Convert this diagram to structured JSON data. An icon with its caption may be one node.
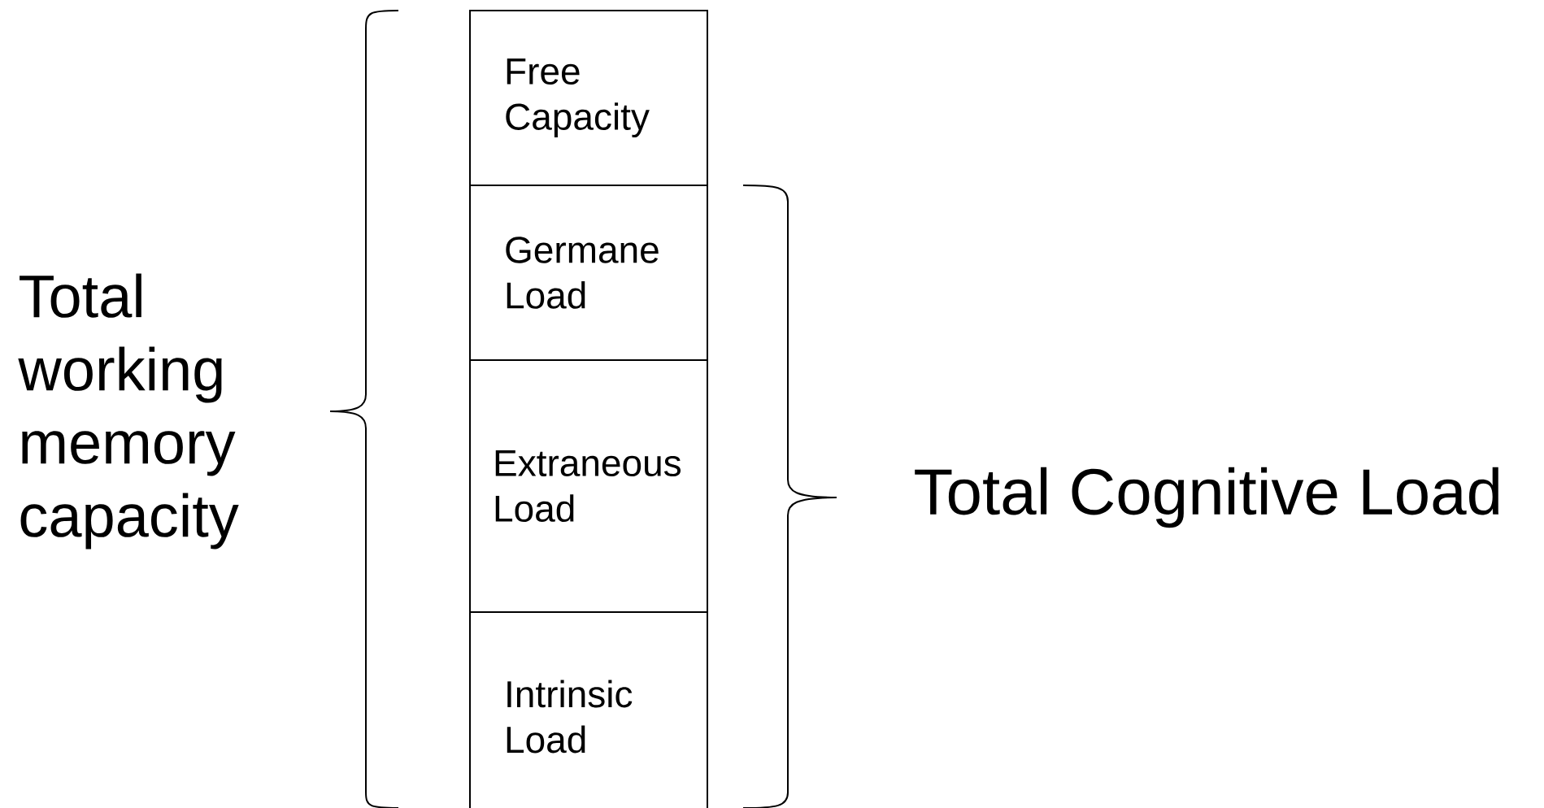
{
  "diagram": {
    "nodes": [
      {
        "text": [
          "Free Capacity"
        ]
      },
      {
        "text": [
          "Germane Load"
        ]
      },
      {
        "text": [
          "Extraneous Load"
        ]
      },
      {
        "text": [
          "Intrinsic Load"
        ]
      }
    ],
    "labels": [
      "Total working memory capacity",
      "Total Cognitive Load"
    ]
  }
}
